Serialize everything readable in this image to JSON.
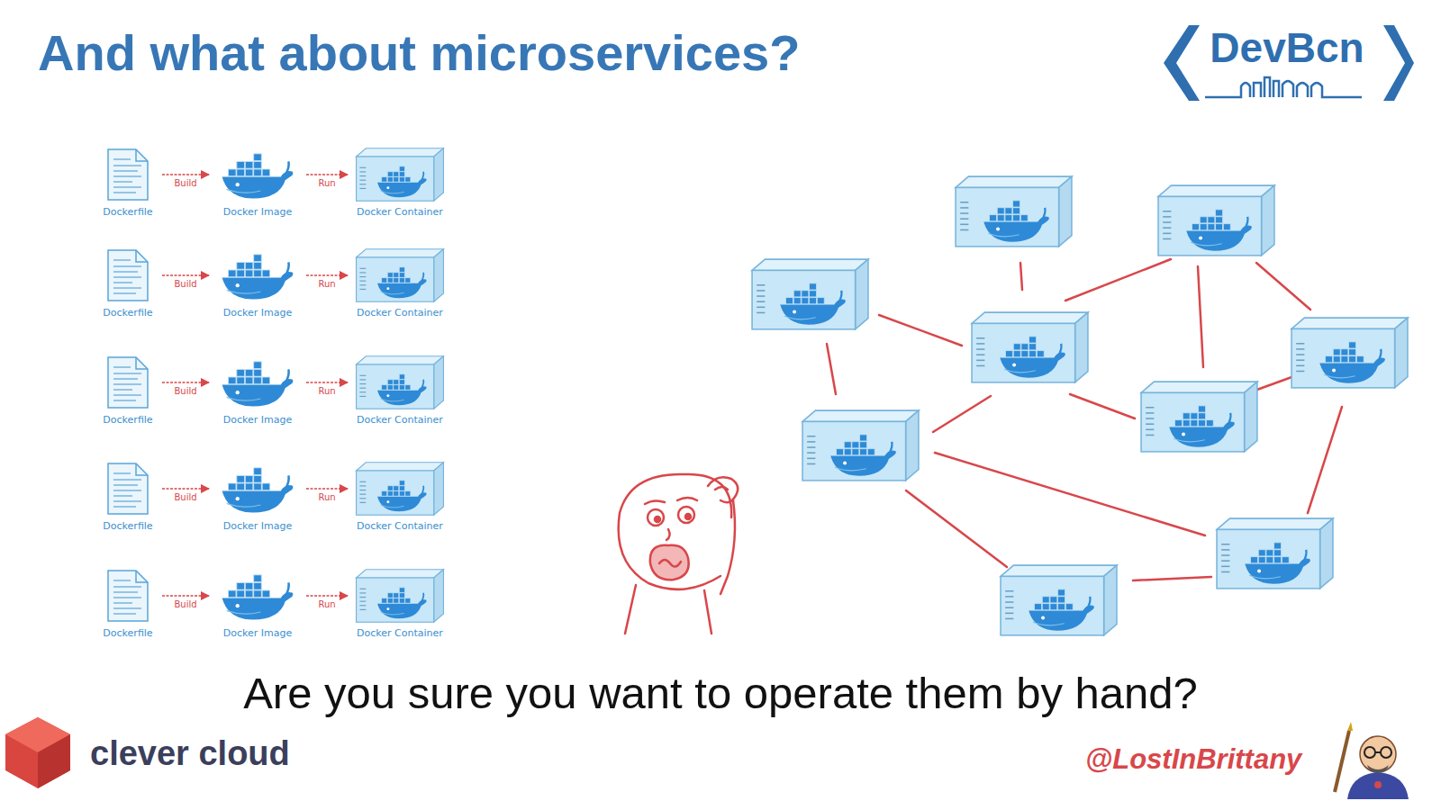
{
  "diagram": {
    "title": "And what about microservices?",
    "caption": "Are you sure you want to operate them by hand?",
    "nodes": [
      {
        "text": [
          "Dockerfile"
        ]
      },
      {
        "text": [
          "Docker Image"
        ]
      },
      {
        "text": [
          "Docker Container"
        ]
      },
      {
        "text": [
          "Dockerfile"
        ]
      },
      {
        "text": [
          "Docker Image"
        ]
      },
      {
        "text": [
          "Docker Container"
        ]
      },
      {
        "text": [
          "Dockerfile"
        ]
      },
      {
        "text": [
          "Docker Image"
        ]
      },
      {
        "text": [
          "Docker Container"
        ]
      },
      {
        "text": [
          "Dockerfile"
        ]
      },
      {
        "text": [
          "Docker Image"
        ]
      },
      {
        "text": [
          "Docker Container"
        ]
      },
      {
        "text": [
          "Dockerfile"
        ]
      },
      {
        "text": [
          "Docker Image"
        ]
      },
      {
        "text": [
          "Docker Container"
        ]
      }
    ],
    "edges": [
      {
        "from": 0,
        "to": 1,
        "label": "Build",
        "arrow": "to"
      },
      {
        "from": 1,
        "to": 2,
        "label": "Run",
        "arrow": "to"
      },
      {
        "from": 3,
        "to": 4,
        "label": "Build",
        "arrow": "to"
      },
      {
        "from": 4,
        "to": 5,
        "label": "Run",
        "arrow": "to"
      },
      {
        "from": 6,
        "to": 7,
        "label": "Build",
        "arrow": "to"
      },
      {
        "from": 7,
        "to": 8,
        "label": "Run",
        "arrow": "to"
      },
      {
        "from": 9,
        "to": 10,
        "label": "Build",
        "arrow": "to"
      },
      {
        "from": 10,
        "to": 11,
        "label": "Run",
        "arrow": "to"
      },
      {
        "from": 12,
        "to": 13,
        "label": "Build",
        "arrow": "to"
      },
      {
        "from": 13,
        "to": 14,
        "label": "Run",
        "arrow": "to"
      }
    ],
    "labels": [
      "DevBcn",
      "clever cloud",
      "@LostInBrittany"
    ]
  }
}
